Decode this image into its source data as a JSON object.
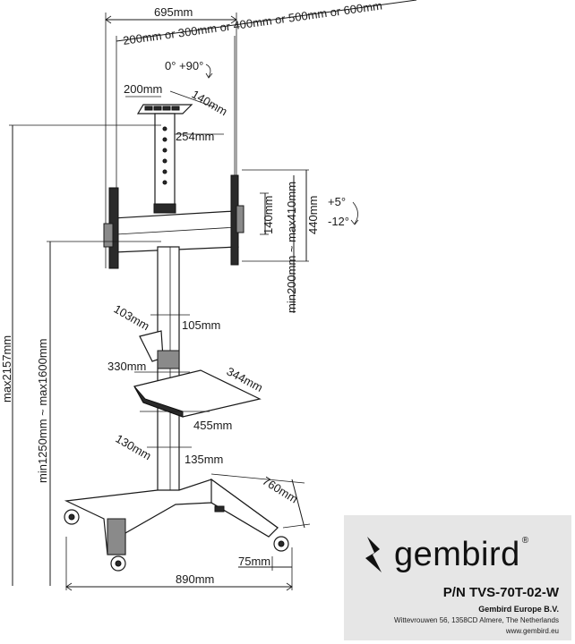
{
  "dimensions": {
    "total_width": "695mm",
    "vesa_widths": "200mm or 300mm or 400mm or 500mm or 600mm",
    "rotation": "0° +90°",
    "top_plate_width": "200mm",
    "top_plate_depth": "140mm",
    "top_plate_mount": "254mm",
    "bracket_slot": "140mm",
    "vesa_height": "min200mm ~ max410mm",
    "bracket_height": "440mm",
    "tilt_up": "+5°",
    "tilt_down": "-12°",
    "max_height": "max2157mm",
    "mount_height": "min1250mm ~ max1600mm",
    "column_upper_depth": "103mm",
    "column_upper_width": "105mm",
    "shelf_depth": "330mm",
    "shelf_width": "344mm",
    "shelf_span": "455mm",
    "column_lower_depth": "130mm",
    "column_lower_width": "135mm",
    "base_depth": "760mm",
    "base_width": "890mm",
    "caster_width": "75mm"
  },
  "brand": {
    "name": "gembird",
    "reg": "®",
    "part_number": "P/N TVS-70T-02-W",
    "company": "Gembird Europe B.V.",
    "address": "Wittevrouwen 56, 1358CD Almere, The Netherlands",
    "website": "www.gembird.eu"
  }
}
